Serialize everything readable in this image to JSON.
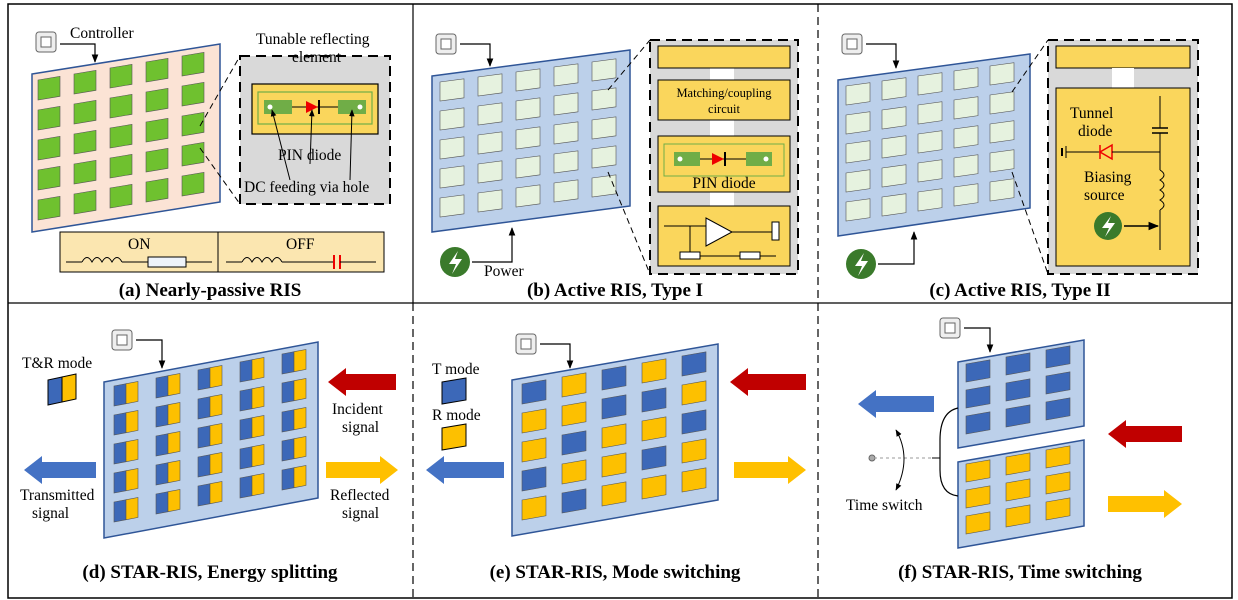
{
  "colors": {
    "ris_panel_passive": "#fbe3d5",
    "ris_panel_active": "#bcd0ea",
    "element_green": "#6fc12f",
    "element_pale": "#e6f2df",
    "element_blue": "#3c68b8",
    "element_yellow": "#fdc000",
    "circuit_box": "#fad65c",
    "zoom_bg": "#d6d6d6",
    "power_icon": "#3a7a2b",
    "arrow_red": "#c00000",
    "arrow_blue": "#4472c4",
    "arrow_yellow": "#ffc000"
  },
  "icons": [
    "chip-icon",
    "power-icon",
    "pin-diode-icon",
    "inductor-icon",
    "resistor-icon",
    "capacitor-icon",
    "op-amp-icon",
    "ground-icon",
    "time-switch-icon"
  ],
  "panels": {
    "a": {
      "caption": "(a) Nearly-passive RIS",
      "controller": "Controller",
      "tunable_1": "Tunable reflecting",
      "tunable_2": "element",
      "pin_diode": "PIN diode",
      "dc_feed": "DC feeding via hole",
      "on_label": "ON",
      "off_label": "OFF"
    },
    "b": {
      "caption": "(b) Active RIS, Type I",
      "matching_1": "Matching/coupling",
      "matching_2": "circuit",
      "pin_diode": "PIN diode",
      "power": "Power"
    },
    "c": {
      "caption": "(c) Active RIS, Type II",
      "tunnel_1": "Tunnel",
      "tunnel_2": "diode",
      "bias_1": "Biasing",
      "bias_2": "source"
    },
    "d": {
      "caption": "(d) STAR-RIS, Energy splitting",
      "tr_mode": "T&R mode",
      "incident_1": "Incident",
      "incident_2": "signal",
      "transmitted_1": "Transmitted",
      "transmitted_2": "signal",
      "reflected_1": "Reflected",
      "reflected_2": "signal"
    },
    "e": {
      "caption": "(e) STAR-RIS, Mode switching",
      "t_mode": "T mode",
      "r_mode": "R mode"
    },
    "f": {
      "caption": "(f) STAR-RIS, Time switching",
      "time_switch": "Time switch"
    }
  }
}
